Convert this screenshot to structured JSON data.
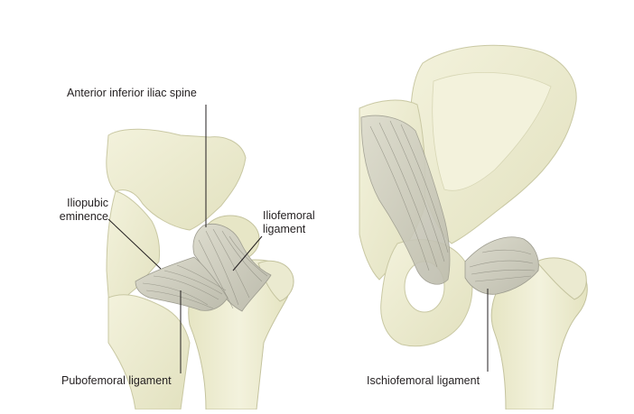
{
  "colors": {
    "bone_fill": "#efeed4",
    "bone_shade": "#dcdcb6",
    "bone_outline": "#b9b893",
    "ligament_fill": "#d3d2c4",
    "ligament_fiber": "#8e8d80",
    "leader_line": "#231f20",
    "label_text": "#231f20",
    "background": "#ffffff"
  },
  "left_view": {
    "labels": {
      "anterior_inferior_iliac_spine": "Anterior inferior iliac spine",
      "iliopubic_eminence_line1": "Iliopubic",
      "iliopubic_eminence_line2": "eminence",
      "iliofemoral_ligament_line1": "Iliofemoral",
      "iliofemoral_ligament_line2": "ligament",
      "pubofemoral_ligament": "Pubofemoral ligament"
    }
  },
  "right_view": {
    "labels": {
      "ischiofemoral_ligament": "Ischiofemoral ligament"
    }
  }
}
